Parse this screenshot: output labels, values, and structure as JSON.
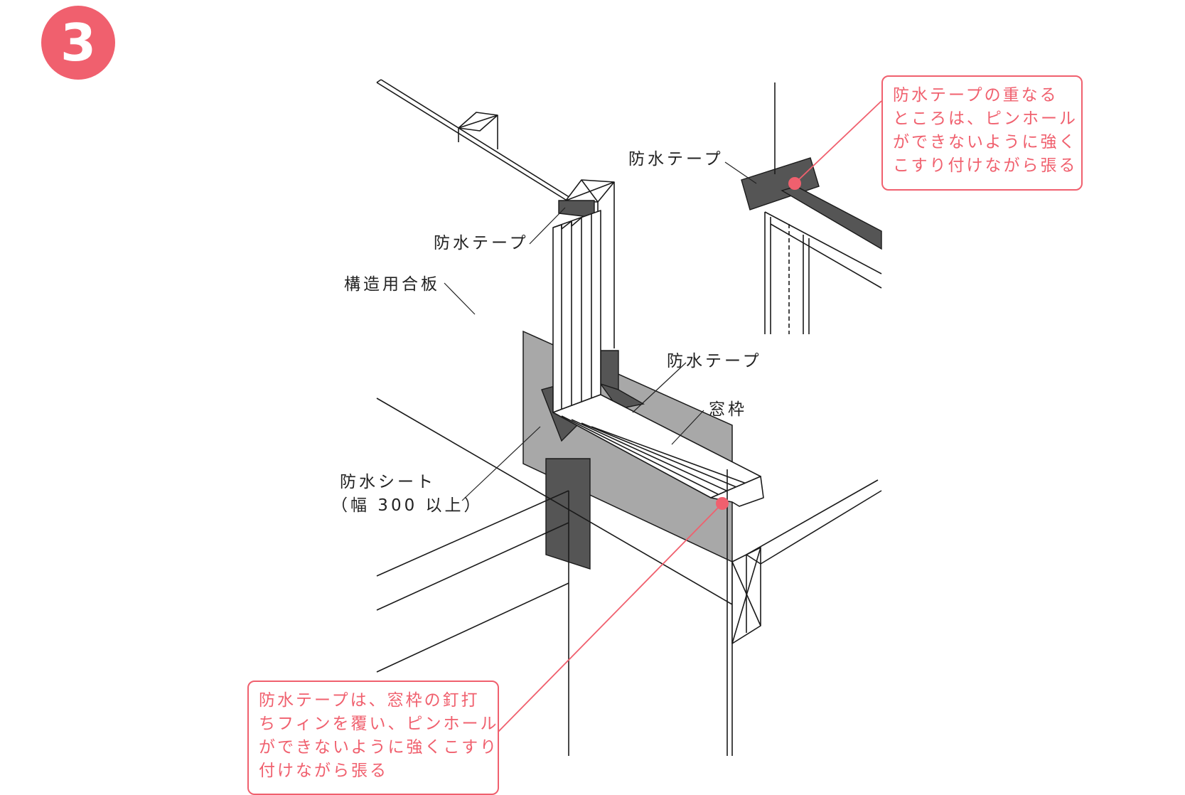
{
  "badge": {
    "number": "3",
    "color": "#f0606e"
  },
  "labels": {
    "tape_upper_left": "防水テープ",
    "plywood": "構造用合板",
    "tape_middle": "防水テープ",
    "window_frame": "窓枠",
    "sheet_line1": "防水シート",
    "sheet_line2": "（幅 300 以上）",
    "tape_upper_right": "防水テープ"
  },
  "callouts": {
    "top_right": [
      "防水テープの重なる",
      "ところは、ピンホール",
      "ができないように強く",
      "こすり付けながら張る"
    ],
    "bottom_left": [
      "防水テープは、窓枠の釘打",
      "ちフィンを覆い、ピンホール",
      "ができないように強くこすり",
      "付けながら張る"
    ]
  },
  "colors": {
    "accent": "#f0606e",
    "tape_dark": "#555555",
    "sheet_gray": "#a8a8a8",
    "line": "#1a1a1a"
  }
}
